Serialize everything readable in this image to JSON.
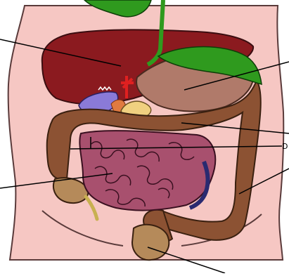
{
  "diagram": {
    "cropped_label_text": "D",
    "colors": {
      "skin": "#f6c7c3",
      "skin_outline": "#5a3b3b",
      "liver": "#8b1a1f",
      "stomach": "#b07a6a",
      "large_intestine": "#8c5233",
      "small_intestine": "#a8506e",
      "gallbladder": "#8a7ad8",
      "pancreas": "#f0d080",
      "leaf": "#2f9a1e",
      "pointer": "#000000"
    },
    "parts": [
      "liver",
      "gallbladder",
      "stomach",
      "pancreas",
      "large-intestine",
      "small-intestine",
      "appendix",
      "rectum"
    ]
  }
}
